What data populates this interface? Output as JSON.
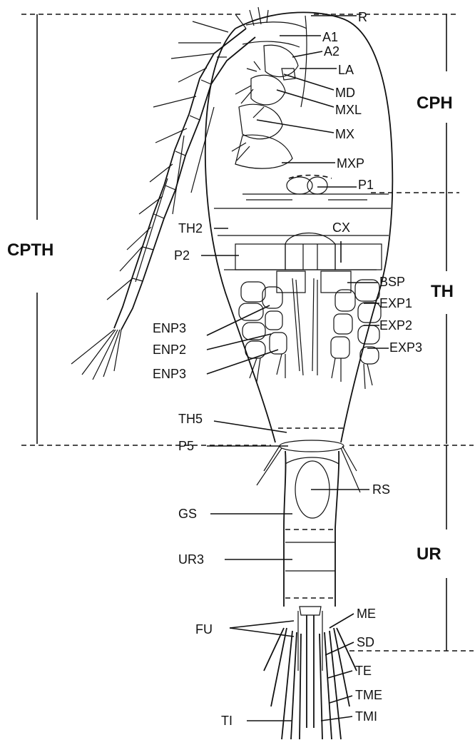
{
  "labels": {
    "R": "R",
    "A1": "A1",
    "A2": "A2",
    "LA": "LA",
    "MD": "MD",
    "MXL": "MXL",
    "MX": "MX",
    "MXP": "MXP",
    "P1": "P1",
    "CX": "CX",
    "TH2": "TH2",
    "P2": "P2",
    "BSP": "BSP",
    "EXP1": "EXP1",
    "EXP2": "EXP2",
    "EXP3": "EXP3",
    "ENP3_a": "ENP3",
    "ENP2": "ENP2",
    "ENP3_b": "ENP3",
    "TH5": "TH5",
    "P5": "P5",
    "RS": "RS",
    "GS": "GS",
    "UR3": "UR3",
    "FU": "FU",
    "ME": "ME",
    "SD": "SD",
    "TE": "TE",
    "TME": "TME",
    "TI": "TI",
    "TMI": "TMI"
  },
  "regions": {
    "CPH": "CPH",
    "TH": "TH",
    "UR": "UR",
    "CPTH": "CPTH"
  }
}
